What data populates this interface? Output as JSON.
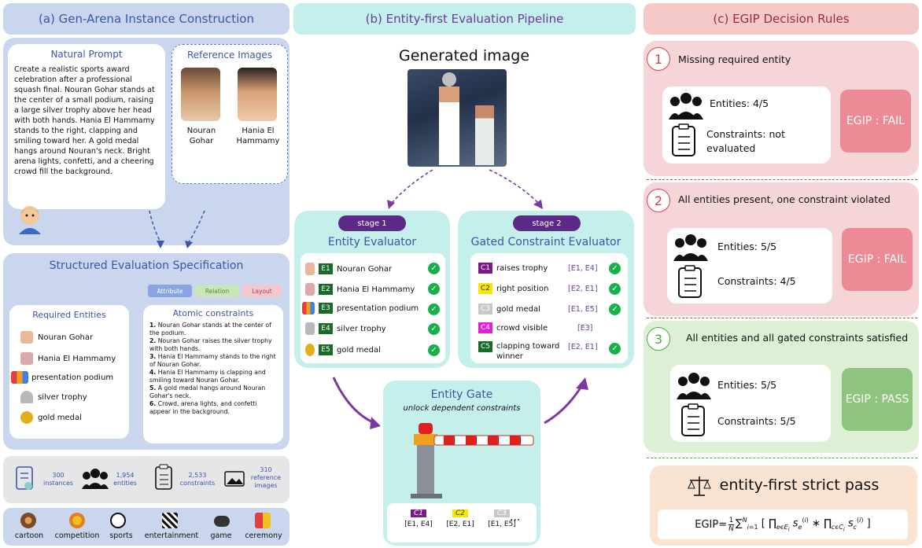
{
  "headers": {
    "a": "(a) Gen-Arena Instance Construction",
    "b": "(b) Entity-first Evaluation Pipeline",
    "c": "(c) EGIP Decision Rules"
  },
  "natural_prompt": {
    "title": "Natural Prompt",
    "text": "Create a realistic sports award celebration after a professional squash final. Nouran Gohar stands at the center of a small podium, raising a large silver trophy above her head with both hands. Hania El Hammamy stands to the right, clapping and smiling toward her. A gold medal hangs around Nouran's neck. Bright arena lights, confetti, and a cheering crowd fill the background."
  },
  "reference_images": {
    "title": "Reference Images",
    "names": [
      "Nouran Gohar",
      "Hania El Hammamy"
    ]
  },
  "spec": {
    "title": "Structured Evaluation Specification",
    "tags": [
      "Attribute",
      "Relation",
      "Layout"
    ],
    "required_title": "Required Entities",
    "required": [
      "Nouran Gohar",
      "Hania El Hammamy",
      "presentation podium",
      "silver trophy",
      "gold medal"
    ],
    "atomic_title": "Atomic constraints",
    "atomic": [
      {
        "n": "1.",
        "t": "Nouran Gohar stands at the center of the podium."
      },
      {
        "n": "2.",
        "t": "Nouran Gohar raises the silver trophy with both hands."
      },
      {
        "n": "3.",
        "t": "Hania El Hammamy stands to the right of Nouran Gohar."
      },
      {
        "n": "4.",
        "t": "Hania El Hammamy is clapping and smiling toward Nouran Gohar."
      },
      {
        "n": "5.",
        "t": "A gold medal hangs around Nouran Gohar's neck."
      },
      {
        "n": "6.",
        "t": "Crowd, arena lights, and confetti appear in the background."
      }
    ]
  },
  "stats": [
    {
      "value": "300",
      "label": "instances"
    },
    {
      "value": "1,954",
      "label": "entities"
    },
    {
      "value": "2,533",
      "label": "constraints"
    },
    {
      "value": "310",
      "label": "reference images"
    }
  ],
  "categories": [
    "cartoon",
    "competition",
    "sports",
    "entertainment",
    "game",
    "ceremony"
  ],
  "pipeline": {
    "generated_title": "Generated image",
    "stage1_pill": "stage 1",
    "stage1_title": "Entity Evaluator",
    "entities": [
      {
        "id": "E1",
        "name": "Nouran Gohar"
      },
      {
        "id": "E2",
        "name": "Hania El Hammamy"
      },
      {
        "id": "E3",
        "name": "presentation podium"
      },
      {
        "id": "E4",
        "name": "silver trophy"
      },
      {
        "id": "E5",
        "name": "gold medal"
      }
    ],
    "stage2_pill": "stage 2",
    "stage2_title": "Gated Constraint Evaluator",
    "constraints": [
      {
        "id": "C1",
        "text": "raises trophy",
        "refs": "[E1, E4]",
        "color": "#7a1a86",
        "fg": "#ffffff",
        "check": true
      },
      {
        "id": "C2",
        "text": "right position",
        "refs": "[E2, E1]",
        "color": "#f5e800",
        "fg": "#333333",
        "check": true
      },
      {
        "id": "C3",
        "text": "gold medal",
        "refs": "[E1, E5]",
        "color": "#c8c8c8",
        "fg": "#ffffff",
        "check": true
      },
      {
        "id": "C4",
        "text": "crowd visible",
        "refs": "[E3]",
        "color": "#e020d8",
        "fg": "#ffffff",
        "check": false
      },
      {
        "id": "C5",
        "text": "clapping toward winner",
        "refs": "[E2, E1]",
        "color": "#1a6a2a",
        "fg": "#ffffff",
        "check": true
      }
    ],
    "gate_title": "Entity Gate",
    "gate_sub": "unlock dependent constraints",
    "gate_items": [
      {
        "id": "C1",
        "refs": "[E1, E4]"
      },
      {
        "id": "C2",
        "refs": "[E2, E1]"
      },
      {
        "id": "C3",
        "refs": "[E1, E5]"
      }
    ],
    "gate_more": "..."
  },
  "rules": [
    {
      "num": "1",
      "title": "Missing required entity",
      "entities": "Entities: 4/5",
      "constraints": "Constraints: not evaluated",
      "verdict": "EGIP : FAIL"
    },
    {
      "num": "2",
      "title": "All entities present, one constraint violated",
      "entities": "Entities: 5/5",
      "constraints": "Constraints: 4/5",
      "verdict": "EGIP : FAIL"
    },
    {
      "num": "3",
      "title": "All entities and all gated constraints satisfied",
      "entities": "Entities: 5/5",
      "constraints": "Constraints: 5/5",
      "verdict": "EGIP : PASS"
    }
  ],
  "final": {
    "title": "entity-first strict pass",
    "formula_lhs": "EGIP="
  }
}
